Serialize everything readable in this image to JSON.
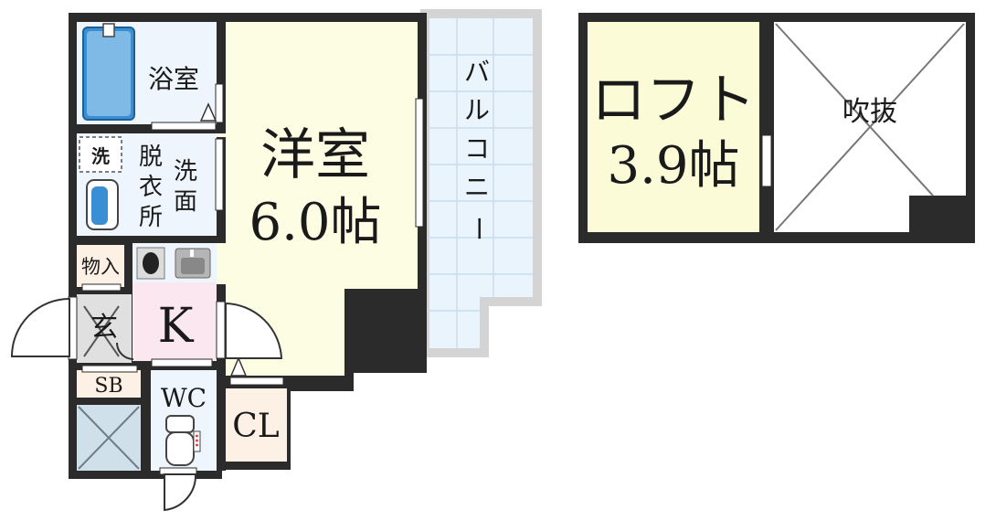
{
  "floorplan": {
    "rooms": {
      "bath": "浴室",
      "washroom_left": [
        "脱",
        "衣",
        "所"
      ],
      "washroom_right": [
        "洗",
        "面"
      ],
      "washer": "洗",
      "western_room": "洋室",
      "western_room_size": "6.0帖",
      "balcony": [
        "バ",
        "ル",
        "コ",
        "ニ",
        "ー"
      ],
      "storage": "物入",
      "kitchen": "K",
      "entrance": "玄",
      "shoe_box": "SB",
      "toilet": "WC",
      "closet": "CL"
    },
    "loft": {
      "label": "ロフト",
      "size": "3.9帖",
      "void": "吹抜"
    }
  },
  "colors": {
    "wall": "#2b2b2b",
    "western_room": "#fdfde4",
    "balcony": "#eaf4fc",
    "balcony_grid": "#c9dcec",
    "wet_area": "#eef5fc",
    "kitchen": "#fbe7ef",
    "storage": "#fdf0e4",
    "closet": "#fdf0e4",
    "loft": "#fbfbd8",
    "bathtub": "#3a8fd4"
  }
}
